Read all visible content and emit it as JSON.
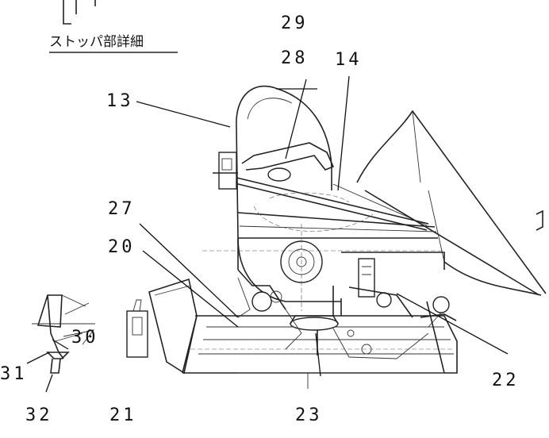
{
  "header": {
    "detail_title": "ストッパ部詳細"
  },
  "labels": {
    "l13": "13",
    "l14": "14",
    "l20": "20",
    "l21": "21",
    "l22": "22",
    "l23": "23",
    "l27": "27",
    "l28": "28",
    "l29": "29",
    "l30": "30",
    "l31": "31",
    "l32": "32"
  }
}
